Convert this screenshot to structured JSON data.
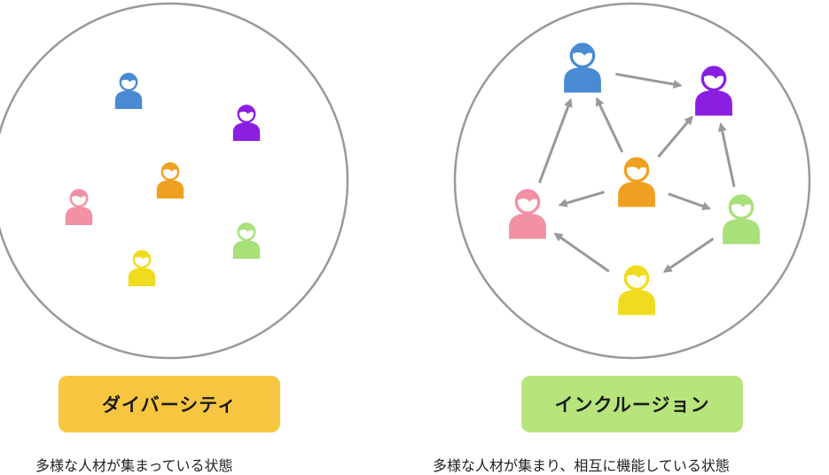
{
  "diversity": {
    "title": "ダイバーシティ",
    "caption": "多様な人材が集まっている状態",
    "people": [
      {
        "id": "blue",
        "color": "#4a8ad4"
      },
      {
        "id": "purple",
        "color": "#8a1fe0"
      },
      {
        "id": "orange",
        "color": "#f0a020"
      },
      {
        "id": "pink",
        "color": "#f291a3"
      },
      {
        "id": "green",
        "color": "#a8e07a"
      },
      {
        "id": "yellow",
        "color": "#f0dc1e"
      }
    ]
  },
  "inclusion": {
    "title": "インクルージョン",
    "caption": "多様な人材が集まり、相互に機能している状態",
    "people": [
      {
        "id": "blue",
        "color": "#4a8ad4"
      },
      {
        "id": "purple",
        "color": "#8a1fe0"
      },
      {
        "id": "orange",
        "color": "#f0a020"
      },
      {
        "id": "pink",
        "color": "#f291a3"
      },
      {
        "id": "green",
        "color": "#a8e07a"
      },
      {
        "id": "yellow",
        "color": "#f0dc1e"
      }
    ],
    "connections": [
      {
        "from": "blue",
        "to": "purple"
      },
      {
        "from": "orange",
        "to": "blue"
      },
      {
        "from": "orange",
        "to": "purple"
      },
      {
        "from": "orange",
        "to": "pink"
      },
      {
        "from": "orange",
        "to": "green"
      },
      {
        "from": "pink",
        "to": "blue"
      },
      {
        "from": "green",
        "to": "purple"
      },
      {
        "from": "green",
        "to": "yellow"
      },
      {
        "from": "yellow",
        "to": "pink"
      }
    ]
  },
  "colors": {
    "circle_stroke": "#999999",
    "arrow": "#999999"
  }
}
